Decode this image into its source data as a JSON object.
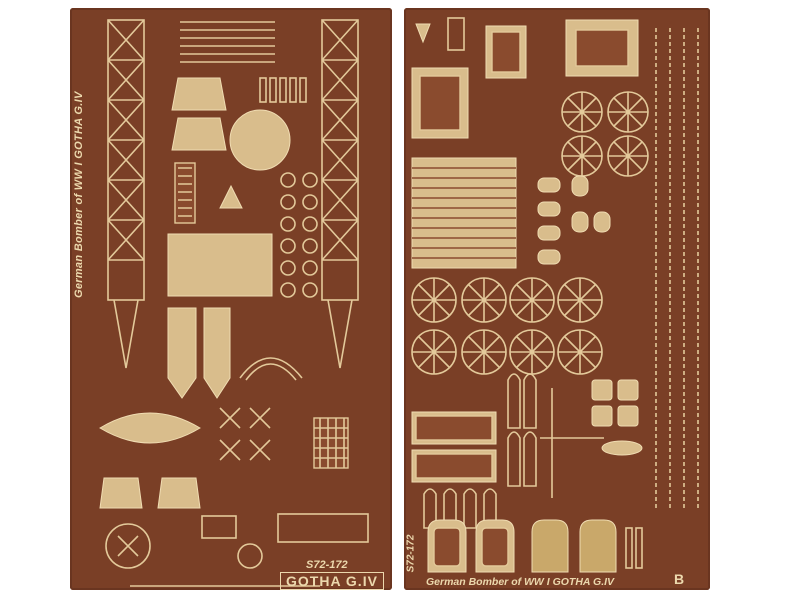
{
  "frets": {
    "left": {
      "vertical_label": "German Bomber of WW I  GOTHA G.IV",
      "code": "S72-172",
      "plate": "GOTHA G.IV"
    },
    "right": {
      "code": "S72-172",
      "bottom_label": "German Bomber of WW I  GOTHA G.IV",
      "mark": "B"
    }
  },
  "colors": {
    "fret_brass": "#7a3f26",
    "etched_parts": "#e3c99a",
    "background": "#ffffff"
  }
}
